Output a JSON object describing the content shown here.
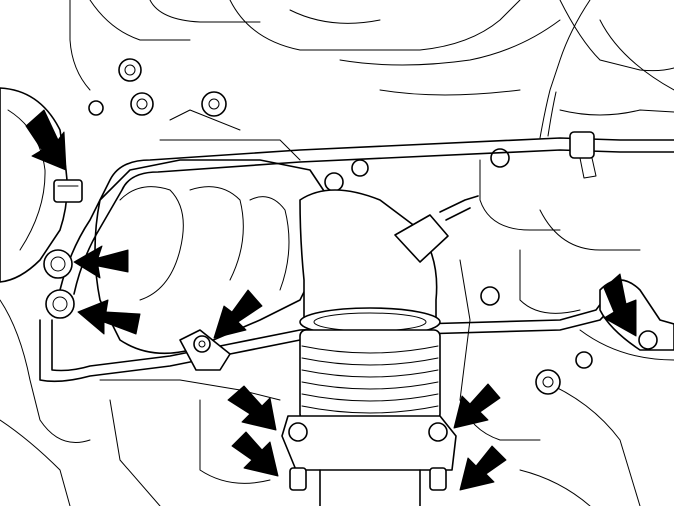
{
  "diagram": {
    "type": "technical-line-drawing",
    "callouts": [
      {
        "id": "arrow-bolt-upper-left",
        "target": "turbo-flange-bolt-top",
        "icon": "arrow-icon"
      },
      {
        "id": "arrow-bolt-left-1",
        "target": "oil-line-banjo-bolt-upper",
        "icon": "arrow-icon"
      },
      {
        "id": "arrow-bolt-left-2",
        "target": "oil-line-banjo-bolt-lower",
        "icon": "arrow-icon"
      },
      {
        "id": "arrow-bracket-nut",
        "target": "bracket-nut-center",
        "icon": "arrow-icon"
      },
      {
        "id": "arrow-right-bolt",
        "target": "line-clamp-bolt-right",
        "icon": "arrow-icon"
      },
      {
        "id": "arrow-flange-top-left",
        "target": "downpipe-flange-nut-top-left",
        "icon": "arrow-icon"
      },
      {
        "id": "arrow-flange-top-right",
        "target": "downpipe-flange-nut-top-right",
        "icon": "arrow-icon"
      },
      {
        "id": "arrow-flange-bottom-left",
        "target": "downpipe-flange-nut-bottom-left",
        "icon": "arrow-icon"
      },
      {
        "id": "arrow-flange-bottom-right",
        "target": "downpipe-flange-nut-bottom-right",
        "icon": "arrow-icon"
      }
    ],
    "colors": {
      "line": "#000000",
      "background": "#ffffff",
      "shade": "#dcdcdc"
    }
  }
}
